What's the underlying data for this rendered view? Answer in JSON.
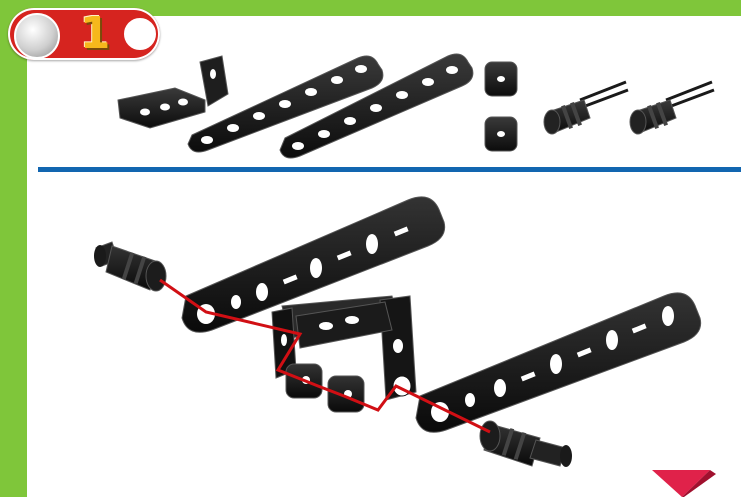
{
  "step": {
    "number": "1",
    "icons": [
      "tool-icon",
      "empty-circle-icon"
    ]
  },
  "colors": {
    "frame": "#7fc63a",
    "badge": "#d6241f",
    "number": "#f6b81c",
    "divider": "#1266b0",
    "parts": "#1a1a1a",
    "guide_line": "#d10f14",
    "next_arrow": "#e0224a"
  },
  "parts": [
    "angle-bracket",
    "strip-short",
    "strip-long",
    "square-nut",
    "square-nut",
    "axle-pin",
    "axle-pin"
  ],
  "assembly": [
    "axle-pin",
    "strip",
    "angle-bracket",
    "square-nut",
    "square-nut",
    "strip",
    "axle-pin"
  ]
}
